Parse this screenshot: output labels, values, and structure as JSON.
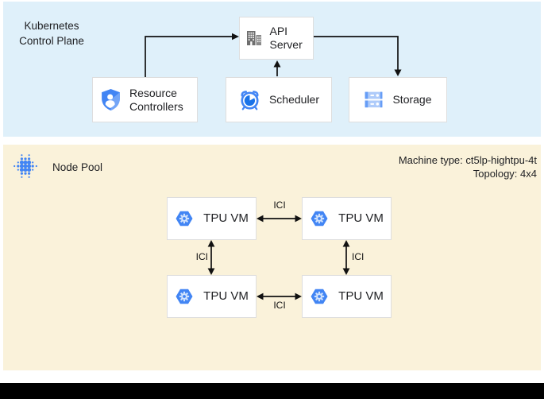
{
  "control_plane": {
    "title_line1": "Kubernetes",
    "title_line2": "Control Plane",
    "boxes": {
      "api_server": {
        "label": "API Server",
        "icon": "building-icon"
      },
      "resource_controllers": {
        "label": "Resource Controllers",
        "icon": "shield-user-icon"
      },
      "scheduler": {
        "label": "Scheduler",
        "icon": "alarm-clock-icon"
      },
      "storage": {
        "label": "Storage",
        "icon": "server-stack-icon"
      }
    }
  },
  "node_pool": {
    "title": "Node Pool",
    "icon": "dot-grid-icon",
    "machine_type": "Machine type: ct5lp-hightpu-4t",
    "topology": "Topology: 4x4",
    "vms": [
      {
        "label": "TPU VM",
        "icon": "gke-hexagon-icon"
      },
      {
        "label": "TPU VM",
        "icon": "gke-hexagon-icon"
      },
      {
        "label": "TPU VM",
        "icon": "gke-hexagon-icon"
      },
      {
        "label": "TPU VM",
        "icon": "gke-hexagon-icon"
      }
    ],
    "links": [
      {
        "label": "ICI"
      },
      {
        "label": "ICI"
      },
      {
        "label": "ICI"
      },
      {
        "label": "ICI"
      }
    ]
  },
  "colors": {
    "control_plane_bg": "#DFF0FA",
    "node_pool_bg": "#FAF2DA",
    "box_bg": "#FFFFFF",
    "box_border": "#DEDEDE",
    "arrow": "#111111",
    "google_blue": "#4285F4",
    "dark_blue": "#1A73E8",
    "light_blue": "#AECBFA",
    "pale_blue": "#D2E3FC",
    "icon_gray": "#6E6E6E",
    "text": "#202124",
    "bottom_bar": "#000000"
  }
}
